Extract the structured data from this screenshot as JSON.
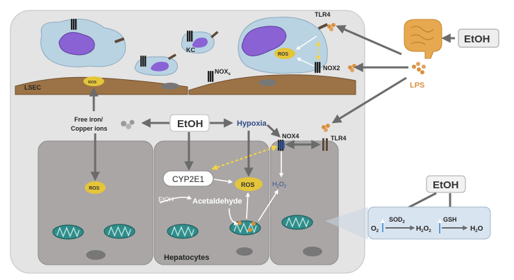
{
  "labels": {
    "tlr4_top": "TLR4",
    "kc": "KC",
    "ros_kc": "ROS",
    "noxs_main": "NOX",
    "noxs_sub": "s",
    "nox2": "NOX2",
    "lsec": "LSEC",
    "ros_lsec": "ROS",
    "etoh_gut": "EtOH",
    "lps": "LPS",
    "free_iron_1": "Free iron/",
    "free_iron_2": "Copper ions",
    "etoh_center": "EtOH",
    "hypoxia": "Hypoxia",
    "nox4": "NOX4",
    "tlr4_right": "TLR4",
    "cyp2e1": "CYP2E1",
    "ros_center": "ROS",
    "ros_left": "ROS",
    "h2o2_cell_main": "H",
    "h2o2_cell_2": "2",
    "h2o2_cell_o": "O",
    "h2o2_cell_3": "2",
    "etoh_small": "EtOH",
    "acetaldehyde": "Acetaldehyde",
    "hepatocytes": "Hepatocytes",
    "etoh_panel": "EtOH",
    "o2": "O",
    "o2_sub": "2",
    "sod2": "SOD",
    "sod2_sub": "2",
    "h2o2_panel_h": "H",
    "h2o2_panel_2": "2",
    "h2o2_panel_o": "O",
    "h2o2_panel_3": "2",
    "gsh": "GSH",
    "h2o_h": "H",
    "h2o_2": "2",
    "h2o_o": "O"
  },
  "colors": {
    "liver_bg": "#e4e4e4",
    "hepatocyte": "#a9a6a5",
    "kupffer_cell": "#b9d3e3",
    "nucleus": "#8b62d4",
    "lsec": "#9c7346",
    "ros": "#e5c53a",
    "lps": "#d8903e",
    "mitochondria": "#2f8d8a",
    "arrow": "#6b6b6b",
    "hypoxia_text": "#2f4a86",
    "panel": "#d9e4f1"
  },
  "icons": [
    "receptor-icon",
    "lps-particles-icon",
    "intestine-icon",
    "mitochondrion-icon",
    "iron-ion-icon",
    "up-arrow-icon"
  ]
}
